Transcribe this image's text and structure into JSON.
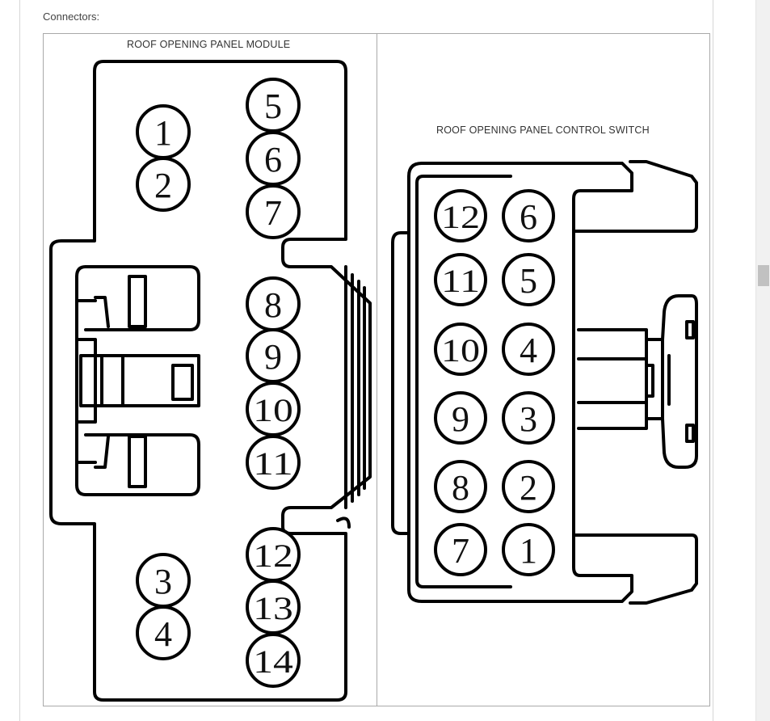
{
  "section": {
    "label": "Connectors:"
  },
  "connectors": [
    {
      "title": "ROOF OPENING PANEL MODULE",
      "pins": [
        "1",
        "2",
        "3",
        "4",
        "5",
        "6",
        "7",
        "8",
        "9",
        "10",
        "11",
        "12",
        "13",
        "14"
      ]
    },
    {
      "title": "ROOF OPENING PANEL CONTROL SWITCH",
      "pins": [
        "1",
        "2",
        "3",
        "4",
        "5",
        "6",
        "7",
        "8",
        "9",
        "10",
        "11",
        "12"
      ]
    }
  ]
}
